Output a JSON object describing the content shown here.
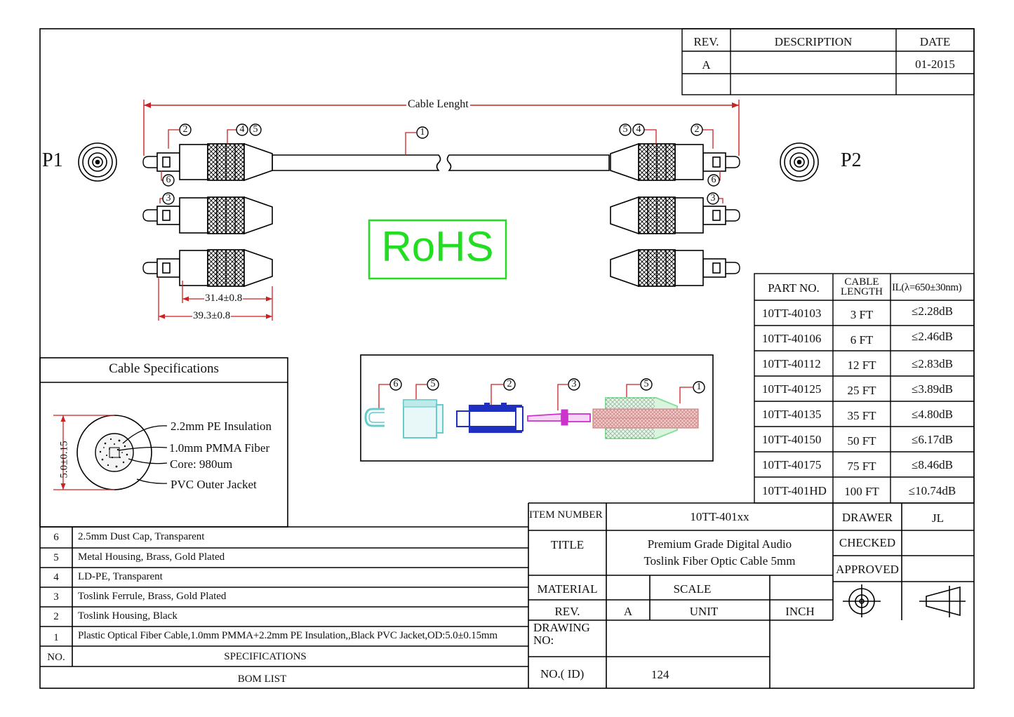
{
  "revision_block": {
    "headers": [
      "REV.",
      "DESCRIPTION",
      "DATE"
    ],
    "rows": [
      [
        "A",
        "",
        "01-2015"
      ],
      [
        "",
        "",
        ""
      ]
    ]
  },
  "cable_drawing": {
    "cable_length_label": "Cable Lenght",
    "end_labels": [
      "P1",
      "P2"
    ],
    "callouts": [
      "1",
      "2",
      "3",
      "4",
      "5",
      "6"
    ],
    "dimensions": [
      "31.4±0.8",
      "39.3±0.8"
    ],
    "rohs_mark": "RoHS"
  },
  "part_table": {
    "headers": [
      "PART NO.",
      "CABLE LENGTH",
      "IL(λ=650±30nm)"
    ],
    "rows": [
      [
        "10TT-40103",
        "3 FT",
        "≤2.28dB"
      ],
      [
        "10TT-40106",
        "6 FT",
        "≤2.46dB"
      ],
      [
        "10TT-40112",
        "12 FT",
        "≤2.83dB"
      ],
      [
        "10TT-40125",
        "25 FT",
        "≤3.89dB"
      ],
      [
        "10TT-40135",
        "35 FT",
        "≤4.80dB"
      ],
      [
        "10TT-40150",
        "50 FT",
        "≤6.17dB"
      ],
      [
        "10TT-40175",
        "75 FT",
        "≤8.46dB"
      ],
      [
        "10TT-401HD",
        "100 FT",
        "≤10.74dB"
      ]
    ]
  },
  "cable_specs": {
    "title": "Cable Specifications",
    "diameter": "5.0±0.15",
    "labels": [
      "2.2mm PE Insulation",
      "1.0mm PMMA Fiber",
      "Core: 980um",
      "PVC Outer Jacket"
    ]
  },
  "exploded_view": {
    "callouts": [
      "6",
      "5",
      "2",
      "3",
      "5",
      "1"
    ]
  },
  "bom": {
    "rows": [
      [
        "6",
        "2.5mm Dust Cap, Transparent"
      ],
      [
        "5",
        "Metal Housing, Brass, Gold Plated"
      ],
      [
        "4",
        "LD-PE, Transparent"
      ],
      [
        "3",
        "Toslink Ferrule, Brass, Gold Plated"
      ],
      [
        "2",
        "Toslink Housing, Black"
      ],
      [
        "1",
        "Plastic Optical Fiber Cable,1.0mm PMMA+2.2mm PE Insulation,,Black PVC Jacket,OD:5.0±0.15mm"
      ]
    ],
    "header_no": "NO.",
    "header_spec": "SPECIFICATIONS",
    "footer": "BOM LIST"
  },
  "title_block": {
    "item_number_label": "ITEM NUMBER",
    "item_number": "10TT-401xx",
    "title_label": "TITLE",
    "title_line1": "Premium Grade Digital Audio",
    "title_line2": "Toslink Fiber Optic Cable 5mm",
    "material_label": "MATERIAL",
    "scale_label": "SCALE",
    "rev_label": "REV.",
    "rev_value": "A",
    "unit_label": "UNIT",
    "unit_value": "INCH",
    "drawing_no_label": "DRAWING NO:",
    "no_id_label": "NO.( ID)",
    "no_id_value": "124",
    "drawer_label": "DRAWER",
    "drawer_value": "JL",
    "checked_label": "CHECKED",
    "approved_label": "APPROVED"
  },
  "colors": {
    "line": "#000000",
    "dimension_red": "#cc2222",
    "rohs_green": "#22dd22",
    "housing_blue": "#1f2fbf",
    "ferrule_magenta": "#cc33cc",
    "cap_cyan": "#66cccc",
    "boot_green": "#88dd99",
    "jacket_pink": "#e8a8a8"
  }
}
